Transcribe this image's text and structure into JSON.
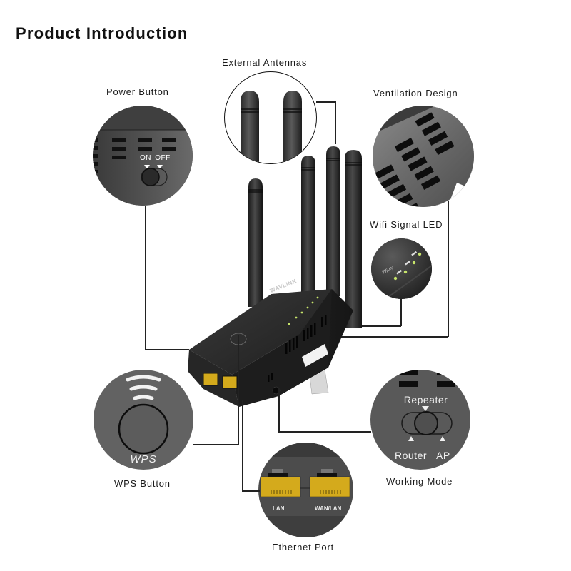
{
  "page": {
    "title": "Product Introduction",
    "brand": "WAVLINK",
    "accent_colors": {
      "port_yellow": "#d4aa1c",
      "led_green": "#c6e36a",
      "body_dark": "#2b2b2b",
      "callout_gray": "#5f5f5f"
    }
  },
  "callouts": {
    "power_button": {
      "label": "Power Button",
      "switch_on": "ON",
      "switch_off": "OFF",
      "icon": "power-switch-icon"
    },
    "external_antennas": {
      "label": "External Antennas",
      "icon": "antenna-icon"
    },
    "ventilation_design": {
      "label": "Ventilation Design",
      "icon": "vent-icon"
    },
    "wifi_signal_led": {
      "label": "Wifi Signal LED",
      "led_text": "Wi-Fi",
      "icon": "led-icon"
    },
    "wps_button": {
      "label": "WPS Button",
      "button_text": "WPS",
      "icon": "wps-icon"
    },
    "working_mode": {
      "label": "Working Mode",
      "mode_top": "Repeater",
      "mode_left": "Router",
      "mode_right": "AP",
      "icon": "mode-switch-icon"
    },
    "ethernet_port": {
      "label": "Ethernet Port",
      "port_1": "LAN",
      "port_2": "WAN/LAN",
      "icon": "ethernet-port-icon"
    }
  }
}
